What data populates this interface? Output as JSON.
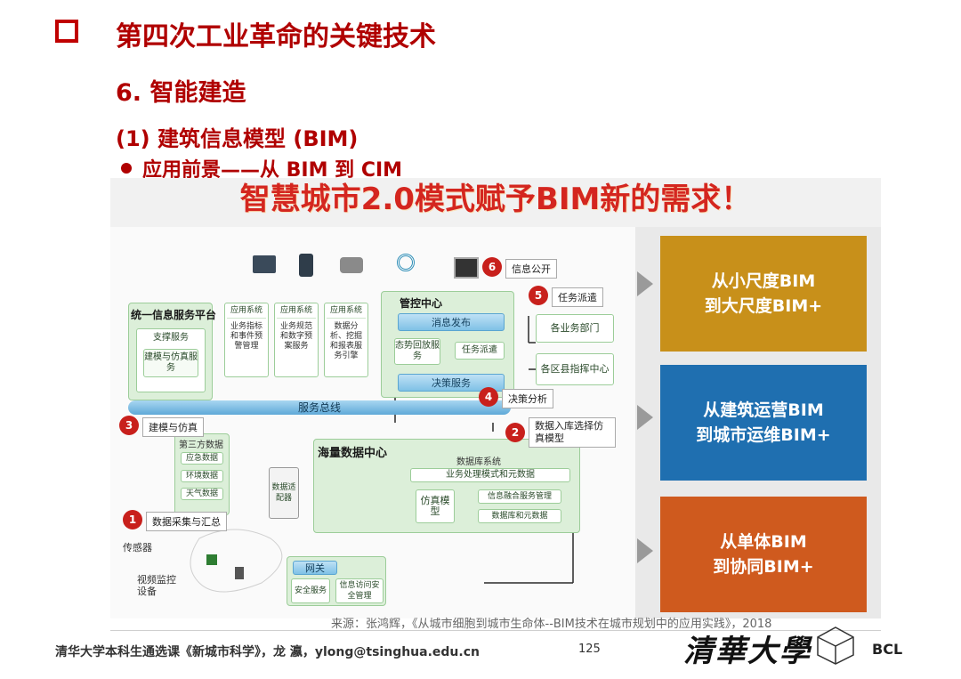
{
  "title": "第四次工业革命的关键技术",
  "section": "6. 智能建造",
  "subsection": "(1) 建筑信息模型 (BIM)",
  "bullet": "应用前景——从 BIM 到 CIM",
  "figure": {
    "banner": "智慧城市2.0模式赋予BIM新的需求！",
    "diagram": {
      "platform_title": "统一信息服务平台",
      "support_service": "支撑服务",
      "modeling_service": "建模与仿真服务",
      "app_cards": [
        {
          "head": "应用系统",
          "body": "业务指标和事件预警管理"
        },
        {
          "head": "应用系统",
          "body": "业务规范和数字预案服务"
        },
        {
          "head": "应用系统",
          "body": "数据分析、挖掘和报表服务引擎"
        }
      ],
      "control_center": "管控中心",
      "msg_publish": "消息发布",
      "situation_playback": "态势回放服务",
      "task_dispatch_inner": "任务派遣",
      "decision_service": "决策服务",
      "dept": "各业务部门",
      "county": "各区县指挥中心",
      "service_bus": "服务总线",
      "data_center": "海量数据中心",
      "db_system": "数据库系统",
      "biz_model": "业务处理模式和元数据",
      "sim_model": "仿真模型",
      "info_fusion": "信息融合服务管理",
      "db_meta": "数据库和元数据",
      "third_party": "第三方数据",
      "emergency": "应急数据",
      "env": "环境数据",
      "weather": "天气数据",
      "adapter": "数据适配器",
      "gateway": "网关",
      "security": "安全服务",
      "info_access": "信息访问安全管理",
      "sensor": "传感器",
      "video": "视频监控设备",
      "steps": [
        {
          "num": "1",
          "label": "数据采集与汇总"
        },
        {
          "num": "2",
          "label": "数据入库选择仿真模型"
        },
        {
          "num": "3",
          "label": "建模与仿真"
        },
        {
          "num": "4",
          "label": "决策分析"
        },
        {
          "num": "5",
          "label": "任务派遣"
        },
        {
          "num": "6",
          "label": "信息公开"
        }
      ]
    },
    "right_boxes": [
      {
        "line1": "从小尺度BIM",
        "line2": "到大尺度BIM+",
        "color": "#c8901a"
      },
      {
        "line1": "从建筑运营BIM",
        "line2": "到城市运维BIM+",
        "color": "#1f6fb0"
      },
      {
        "line1": "从单体BIM",
        "line2": "到协同BIM+",
        "color": "#cf5a1e"
      }
    ]
  },
  "source": "来源：张鸿辉，《从城市细胞到城市生命体--BIM技术在城市规划中的应用实践》，2018",
  "footer": "清华大学本科生通选课《新城市科学》，龙 瀛，ylong@tsinghua.edu.cn",
  "page_number": "125",
  "university_logo": "清華大學",
  "lab_logo": "BCL",
  "colors": {
    "accent": "#b00000"
  }
}
